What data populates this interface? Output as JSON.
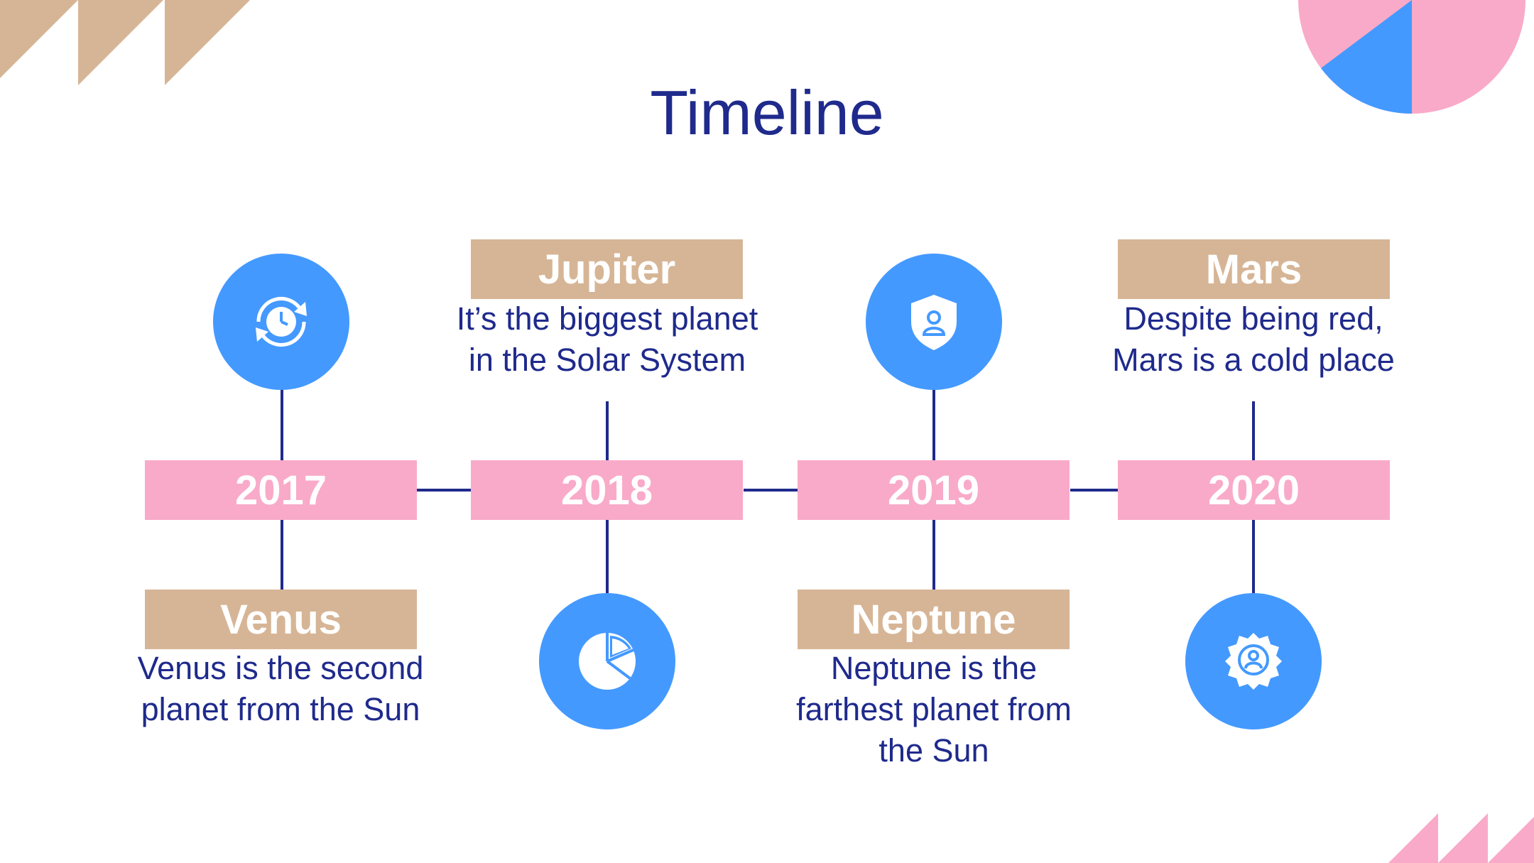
{
  "title": "Timeline",
  "colors": {
    "navy": "#1f2a8c",
    "pink": "#f9aac9",
    "tan": "#d6b596",
    "blue": "#4499ff"
  },
  "milestones": [
    {
      "year": "2017",
      "name": "Venus",
      "description": "Venus is the second planet from the Sun",
      "icon": "clock-refresh-icon"
    },
    {
      "year": "2018",
      "name": "Jupiter",
      "description": "It’s the biggest planet in the Solar System",
      "icon": "pie-chart-icon"
    },
    {
      "year": "2019",
      "name": "Neptune",
      "description": "Neptune is the farthest planet from the Sun",
      "icon": "user-shield-icon"
    },
    {
      "year": "2020",
      "name": "Mars",
      "description": "Despite being red, Mars is a cold place",
      "icon": "award-badge-icon"
    }
  ]
}
